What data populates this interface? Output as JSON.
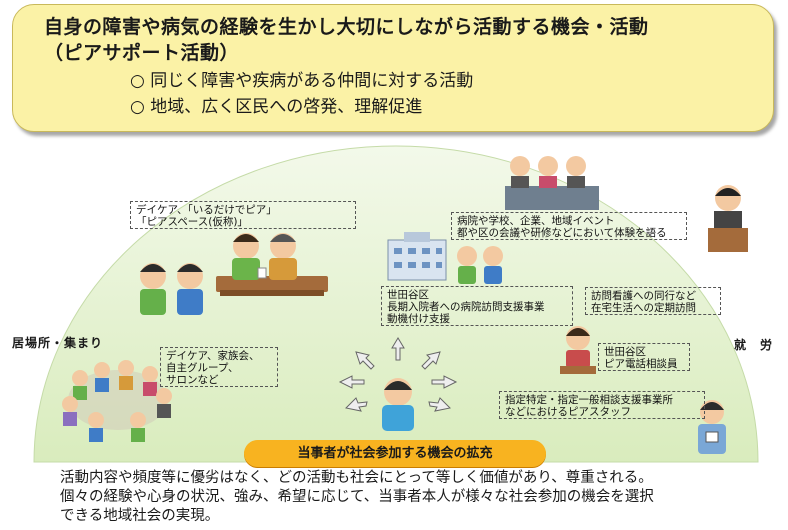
{
  "header": {
    "title_line1": "自身の障害や病気の経験を生かし大切にしながら活動する機会・活動",
    "title_line2": "（ピアサポート活動）",
    "sub1": "○ 同じく障害や疾病がある仲間に対する活動",
    "sub2": "○ 地域、広く区民への啓発、理解促進"
  },
  "labels": {
    "left": "居場所・集まり",
    "right": "就　労"
  },
  "boxes": {
    "daycare": [
      "デイケア、「いるだけでピア」",
      "「ピアスペース(仮称)」"
    ],
    "school": [
      "病院や学校、企業、地域イベント",
      "都や区の会議や研修などにおいて体験を語る"
    ],
    "hospital": [
      "世田谷区",
      "長期入院者への病院訪問支援事業",
      "動機付け支援"
    ],
    "nursing": [
      "訪問看護への同行など",
      "在宅生活への定期訪問"
    ],
    "family": [
      "デイケア、家族会、",
      "自主グループ、",
      "サロンなど"
    ],
    "phone": [
      "世田谷区",
      "ピア電話相談員"
    ],
    "staff": [
      "指定特定・指定一般相談支援事業所",
      "などにおけるピアスタッフ"
    ]
  },
  "banner": "当事者が社会参加する機会の拡充",
  "footer": [
    "活動内容や頻度等に優劣はなく、どの活動も社会にとって等しく価値があり、尊重される。",
    "個々の経験や心身の状況、強み、希望に応じて、当事者本人が様々な社会参加の機会を選択",
    "できる地域社会の実現。"
  ],
  "colors": {
    "header_bg": "#fbf2a6",
    "dome_fill": "#e5f2d0",
    "banner": "#f8b320"
  }
}
